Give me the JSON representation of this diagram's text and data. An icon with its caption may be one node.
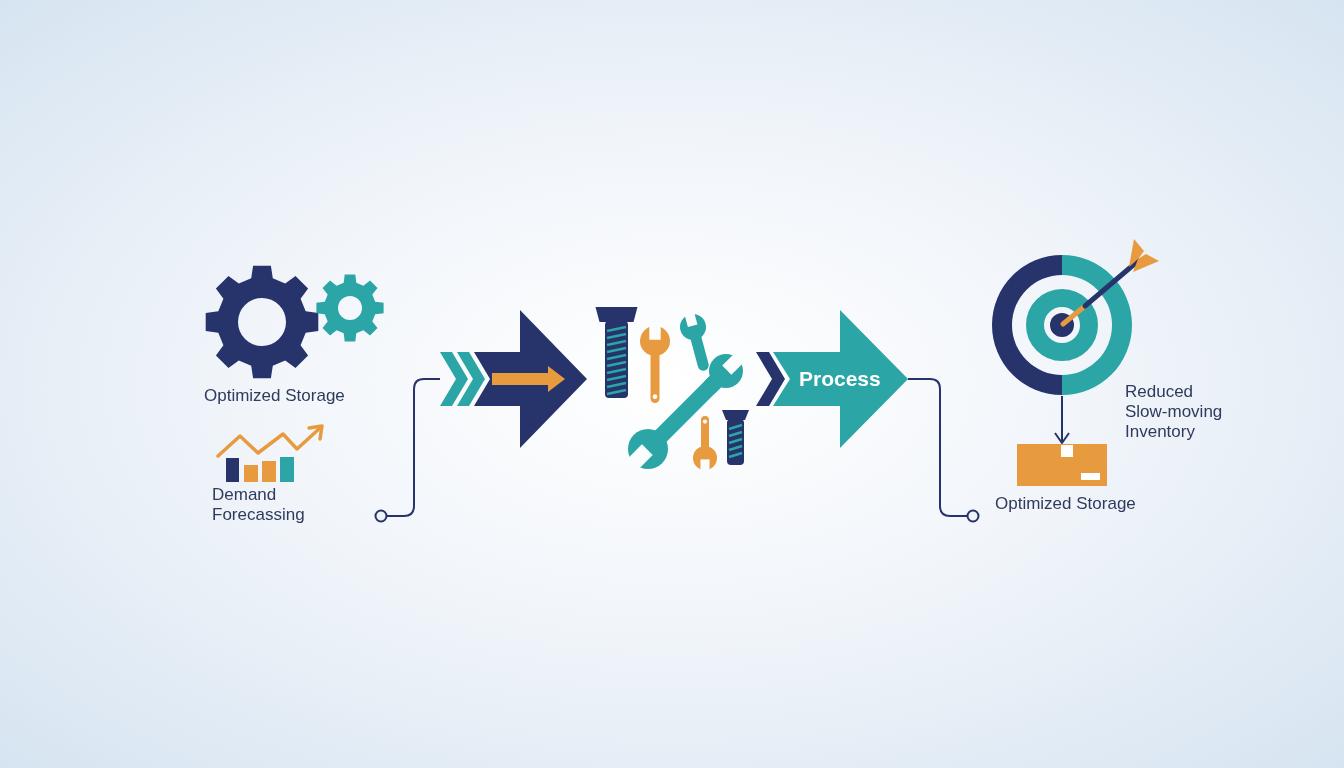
{
  "diagram": {
    "nodes": [
      {
        "text": [
          "Optimized Storage"
        ]
      },
      {
        "text": [
          "Demand Forecassing"
        ]
      },
      {
        "text": [],
        "shape": "arrow"
      },
      {
        "text": [],
        "shape": "picture"
      },
      {
        "text": [
          "Process"
        ]
      },
      {
        "text": [],
        "shape": "picture",
        "beside": [
          "Reduced Slow-moving Inventory"
        ]
      },
      {
        "text": [
          "Optimized Storage"
        ]
      }
    ],
    "edges": [
      {
        "from": 2,
        "to": 1,
        "arrow": "other"
      },
      {
        "from": 4,
        "to": 6,
        "arrow": "other"
      },
      {
        "from": 5,
        "to": 6,
        "arrow": "to"
      }
    ]
  }
}
